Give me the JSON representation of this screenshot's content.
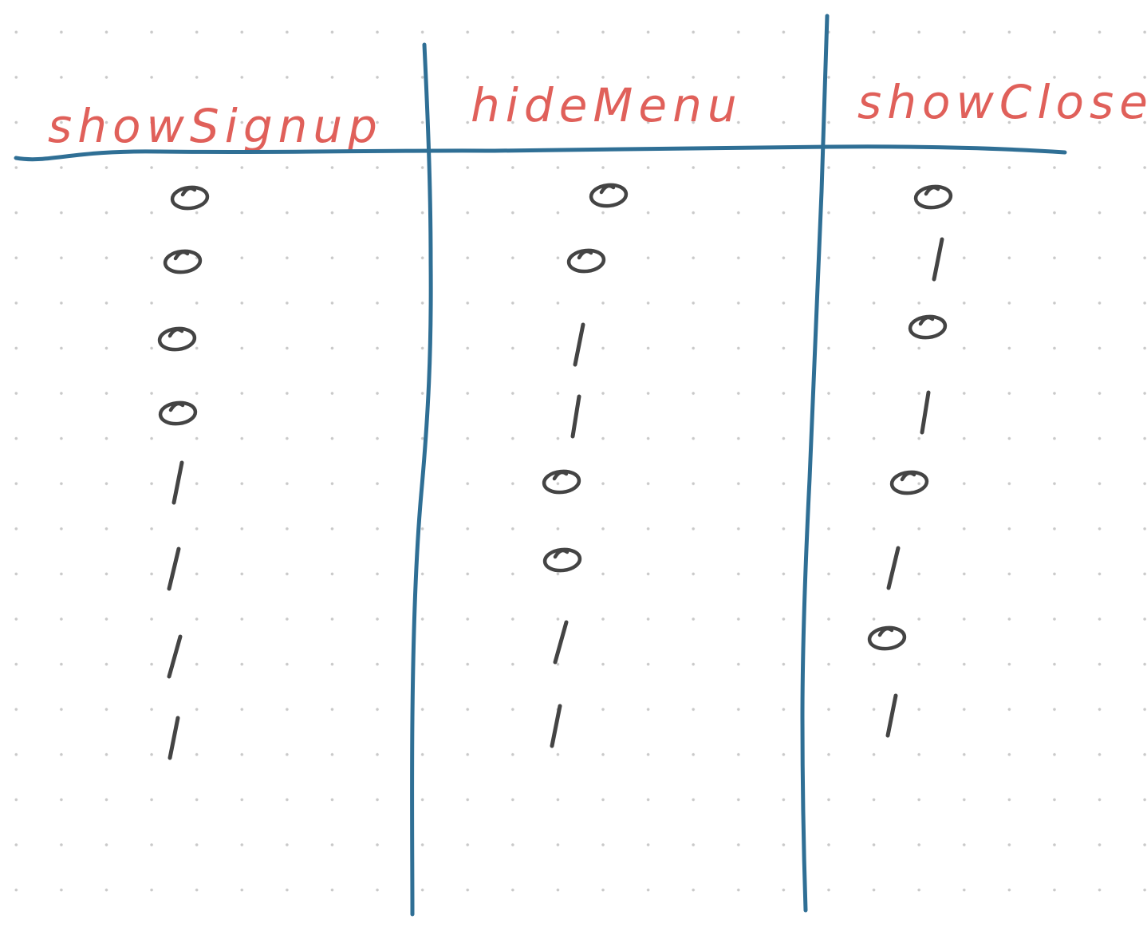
{
  "columns": [
    {
      "title": "showSignup",
      "marks": [
        "O",
        "O",
        "O",
        "O",
        "I",
        "I",
        "I",
        "I"
      ]
    },
    {
      "title": "hideMenu",
      "marks": [
        "O",
        "O",
        "I",
        "I",
        "O",
        "O",
        "I",
        "I"
      ]
    },
    {
      "title": "showClose",
      "marks": [
        "O",
        "I",
        "O",
        "I",
        "O",
        "I",
        "O",
        "I"
      ]
    }
  ],
  "colors": {
    "header_text": "#e0605a",
    "rule_lines": "#2f6f95",
    "marks": "#444444",
    "dot_grid": "#c9c9c9"
  }
}
